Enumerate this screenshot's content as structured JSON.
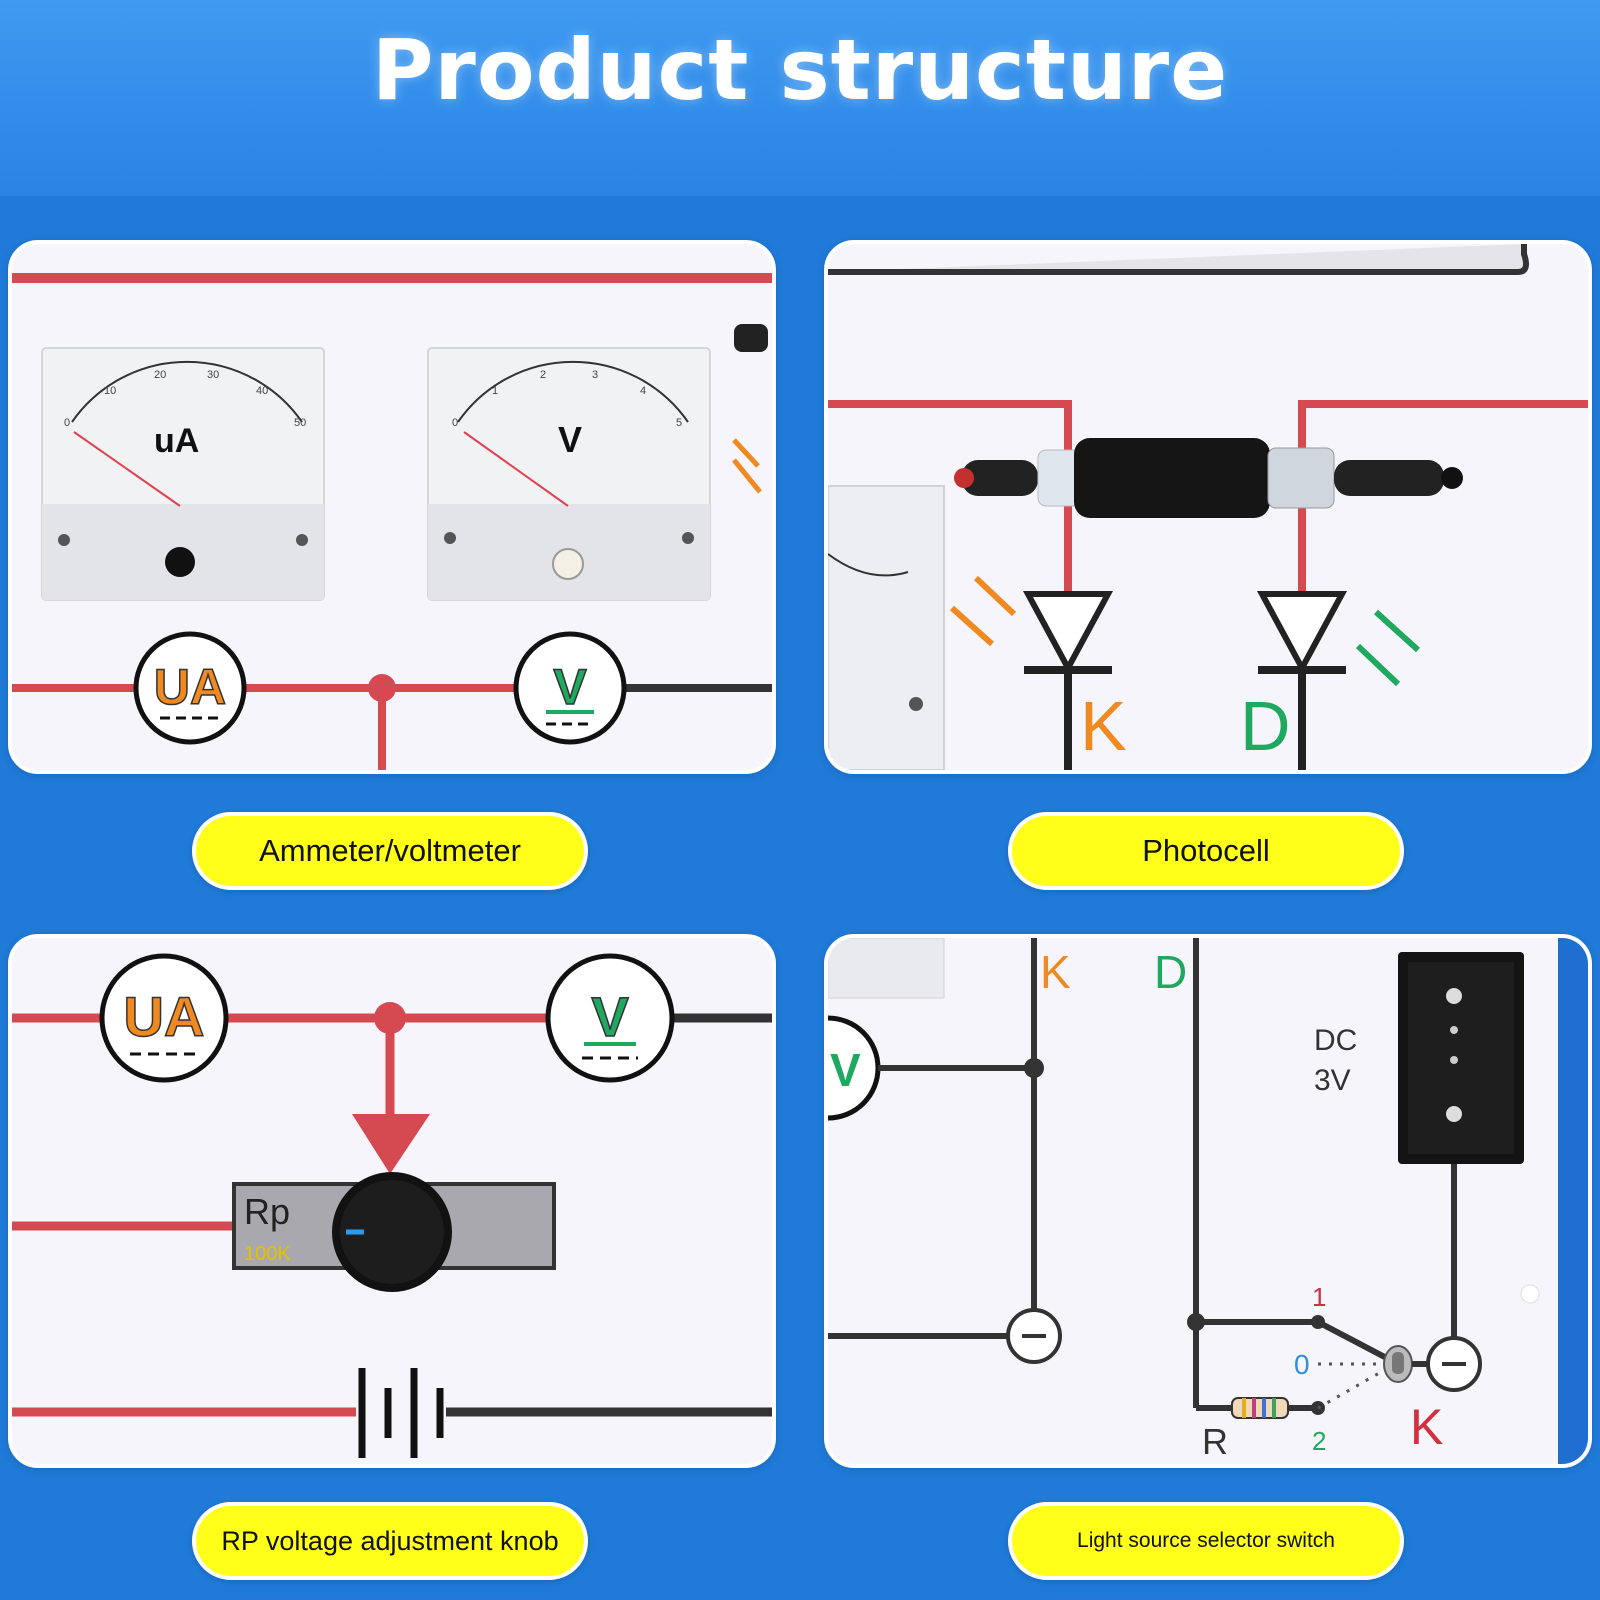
{
  "header": {
    "title": "Product structure"
  },
  "panels": {
    "meters": {
      "caption": "Ammeter/voltmeter",
      "ammeter_unit": "uA",
      "voltmeter_unit": "V",
      "ammeter_symbol": "UA",
      "voltmeter_symbol": "V",
      "ammeter_scale": [
        "0",
        "10",
        "20",
        "30",
        "40",
        "50"
      ],
      "voltmeter_scale": [
        "0",
        "1",
        "2",
        "3",
        "4",
        "5"
      ]
    },
    "photocell": {
      "caption": "Photocell",
      "label_k": "K",
      "label_d": "D"
    },
    "knob": {
      "caption": "RP voltage adjustment knob",
      "ammeter_symbol": "UA",
      "voltmeter_symbol": "V",
      "rp_label": "Rp",
      "rp_value": "100K"
    },
    "switch": {
      "caption": "Light source selector switch",
      "label_k_top": "K",
      "label_d_top": "D",
      "battery_line1": "DC",
      "battery_line2": "3V",
      "pos_1": "1",
      "pos_0": "0",
      "pos_2": "2",
      "label_r": "R",
      "label_k_bottom": "K",
      "voltmeter_symbol": "V"
    }
  },
  "colors": {
    "background": "#1f7ad8",
    "label_bg": "#ffff1a",
    "wire_red": "#d44a50",
    "wire_dark": "#333333",
    "orange": "#f08a20",
    "green": "#1fa860"
  }
}
